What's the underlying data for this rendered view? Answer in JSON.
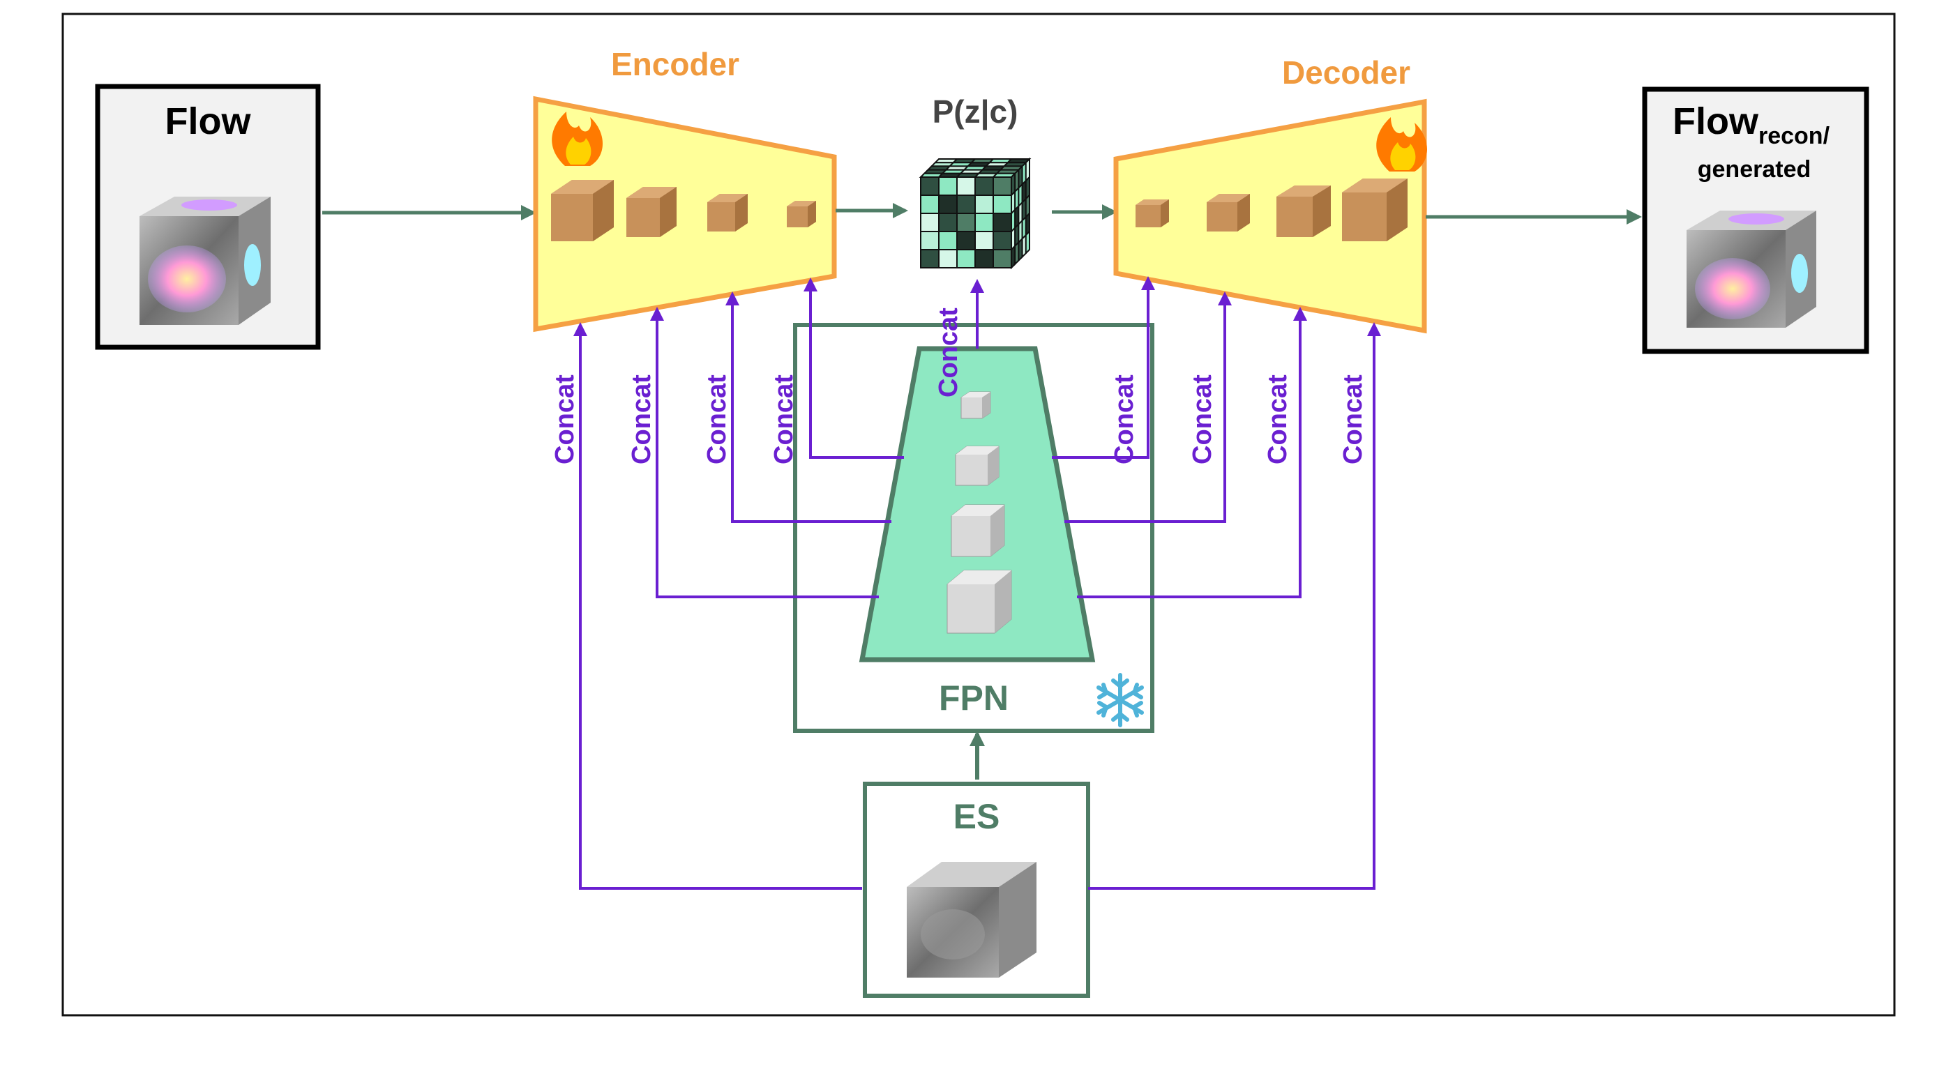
{
  "labels": {
    "flow_input": "Flow",
    "flow_output_main": "Flow",
    "flow_output_sub1": "recon/",
    "flow_output_sub2": "generated",
    "encoder": "Encoder",
    "decoder": "Decoder",
    "latent": "P(z|c)",
    "fpn": "FPN",
    "es": "ES",
    "concat": "Concat"
  },
  "icons": {
    "trainable": "fire-icon",
    "frozen": "snowflake-icon"
  },
  "colors": {
    "encoder_fill": "#ffff99",
    "encoder_stroke": "#f5a043",
    "encoder_text": "#f09a3e",
    "fpn_fill": "#8ee8c2",
    "fpn_stroke": "#4f7d66",
    "flow_arrow": "#4f7d66",
    "concat_arrow": "#6a1fd1",
    "block_fill": "#c8915a",
    "latent_text": "#444444"
  }
}
